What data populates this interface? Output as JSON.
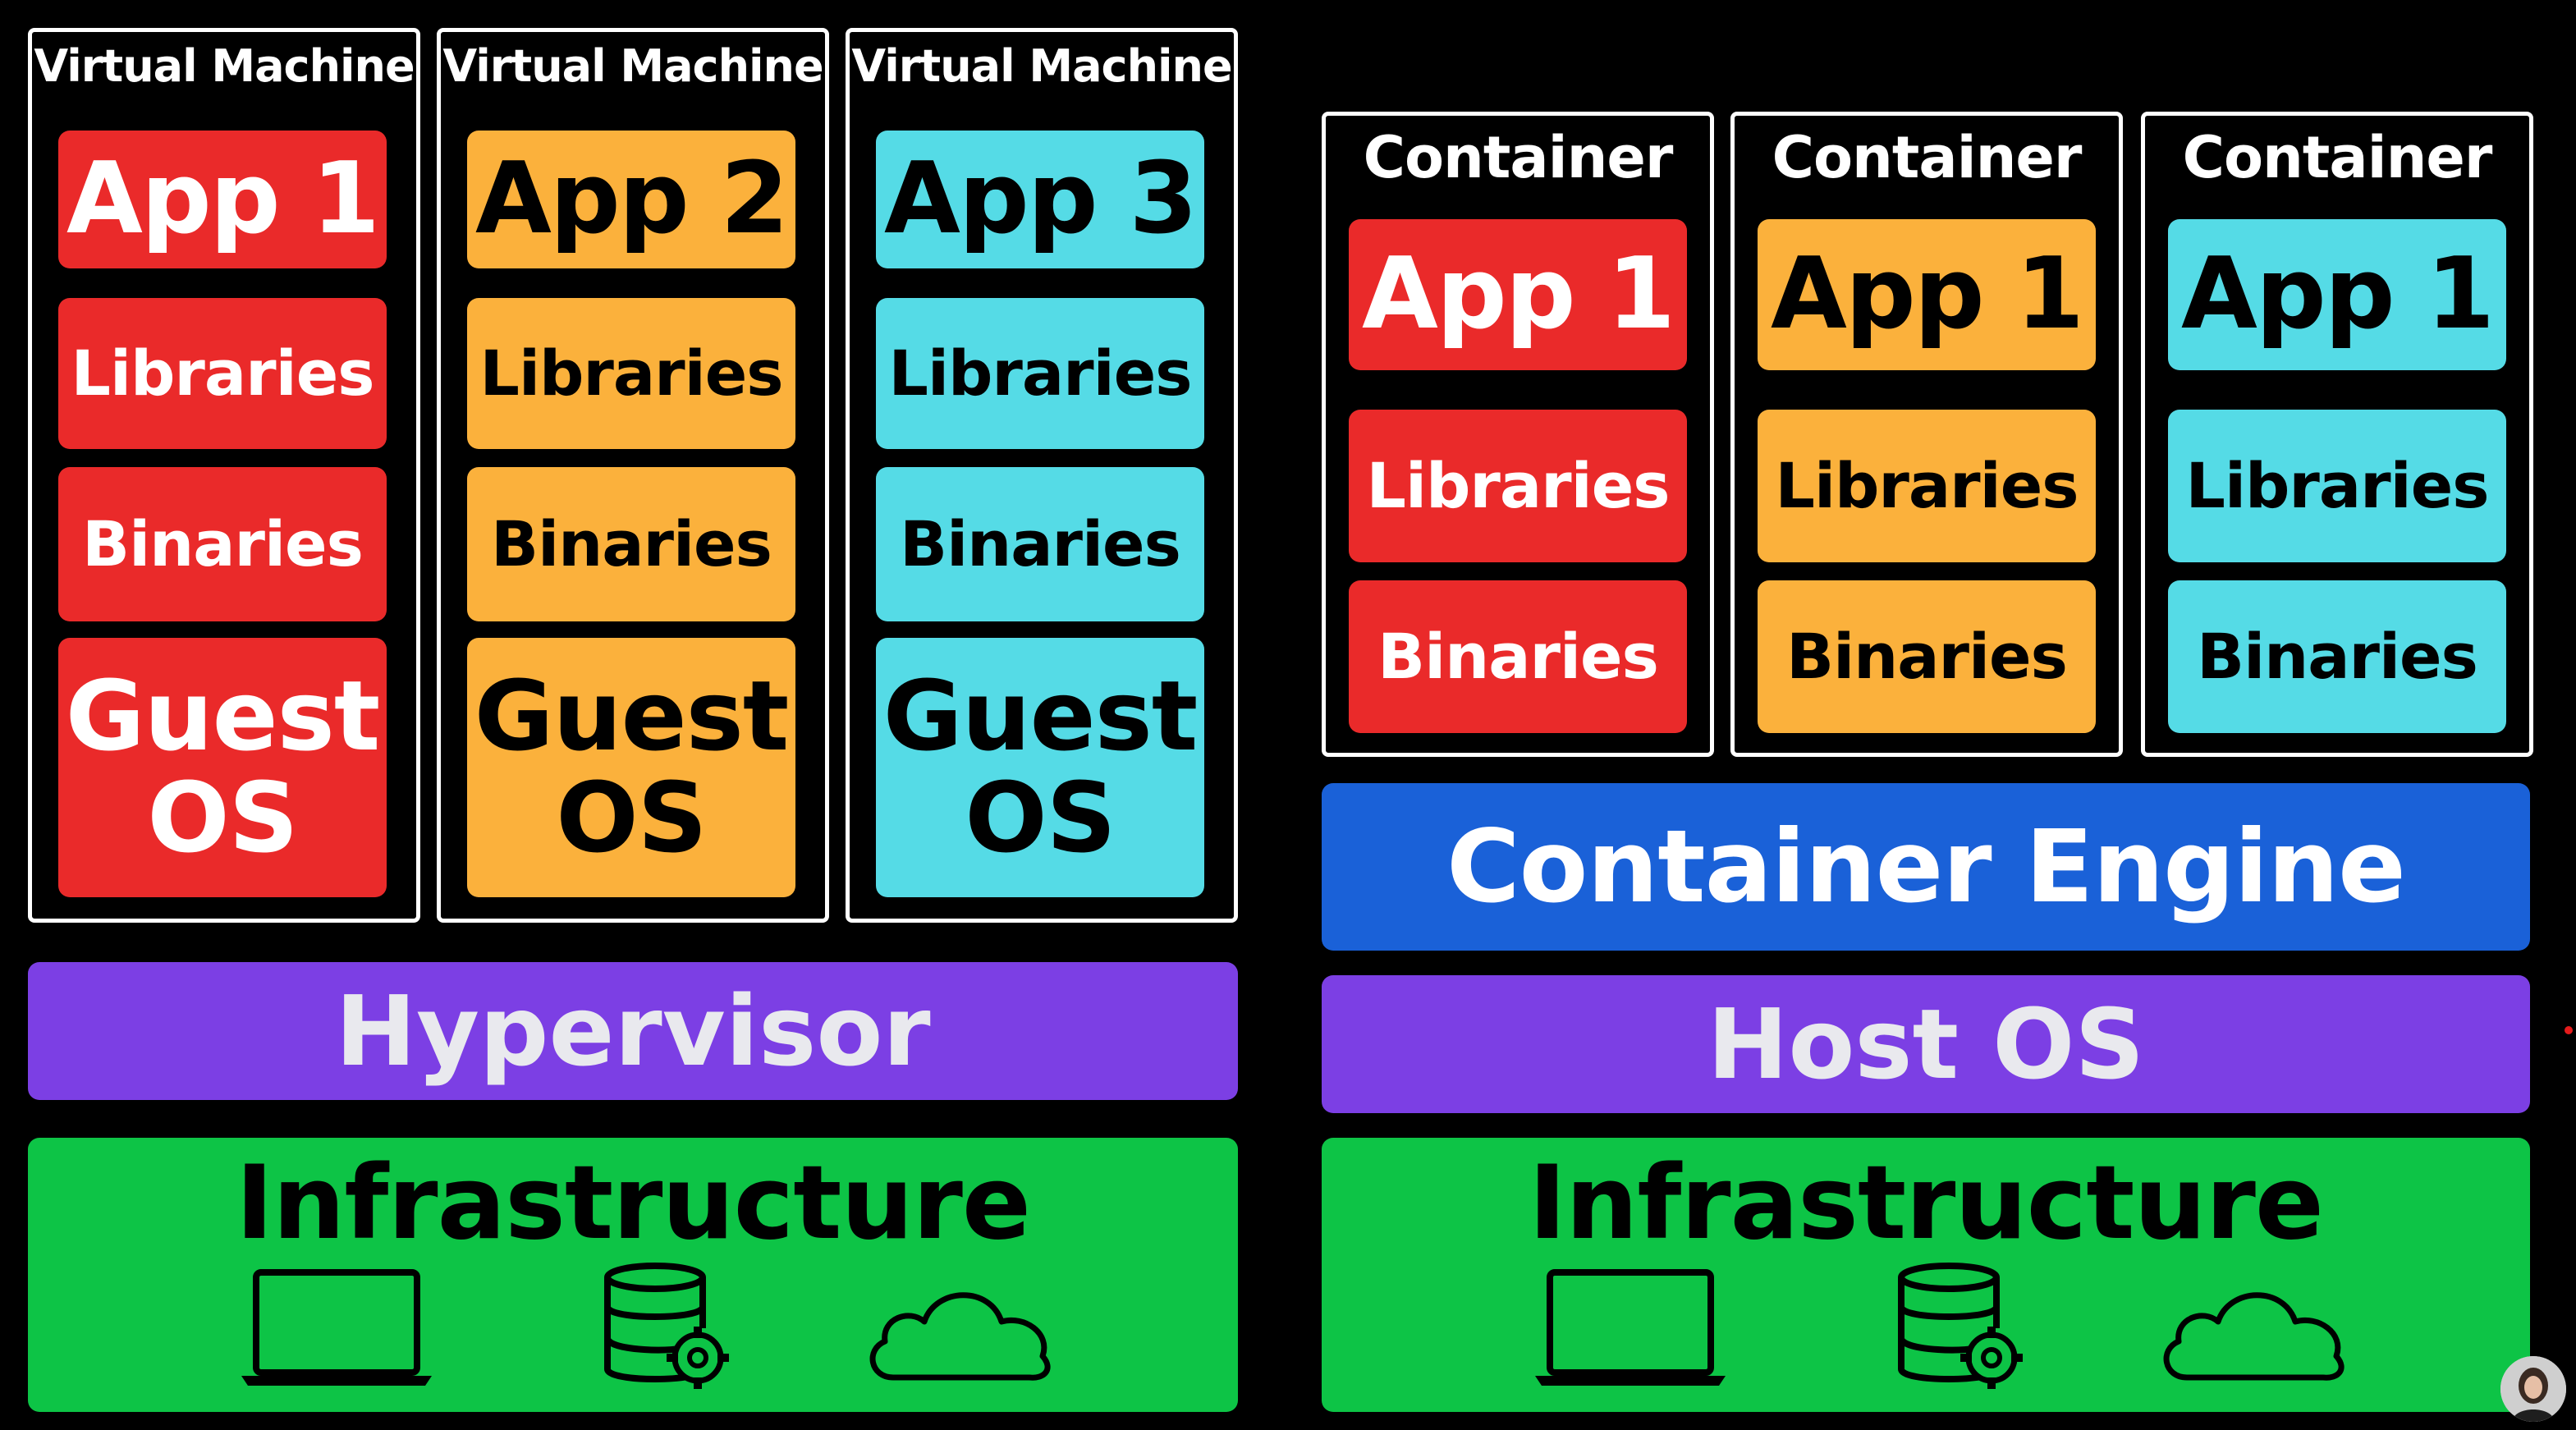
{
  "vm_side": {
    "machines": [
      {
        "title": "Virtual Machine",
        "app": "App 1",
        "libraries": "Libraries",
        "binaries": "Binaries",
        "os": "Guest OS",
        "color": "#ea2a2a"
      },
      {
        "title": "Virtual Machine",
        "app": "App 2",
        "libraries": "Libraries",
        "binaries": "Binaries",
        "os": "Guest OS",
        "color": "#fbb13c"
      },
      {
        "title": "Virtual Machine",
        "app": "App 3",
        "libraries": "Libraries",
        "binaries": "Binaries",
        "os": "Guest OS",
        "color": "#55dbe6"
      }
    ],
    "hypervisor": "Hypervisor",
    "infrastructure": "Infrastructure"
  },
  "container_side": {
    "containers": [
      {
        "title": "Container",
        "app": "App 1",
        "libraries": "Libraries",
        "binaries": "Binaries",
        "color": "#ea2a2a"
      },
      {
        "title": "Container",
        "app": "App 1",
        "libraries": "Libraries",
        "binaries": "Binaries",
        "color": "#fbb13c"
      },
      {
        "title": "Container",
        "app": "App 1",
        "libraries": "Libraries",
        "binaries": "Binaries",
        "color": "#55dbe6"
      }
    ],
    "engine": "Container Engine",
    "host_os": "Host OS",
    "infrastructure": "Infrastructure"
  },
  "icons": [
    "laptop-icon",
    "database-gear-icon",
    "cloud-icon"
  ],
  "colors": {
    "background": "#000000",
    "hypervisor": "#7c3fe4",
    "engine": "#1a61d8",
    "infrastructure": "#0dc446"
  }
}
